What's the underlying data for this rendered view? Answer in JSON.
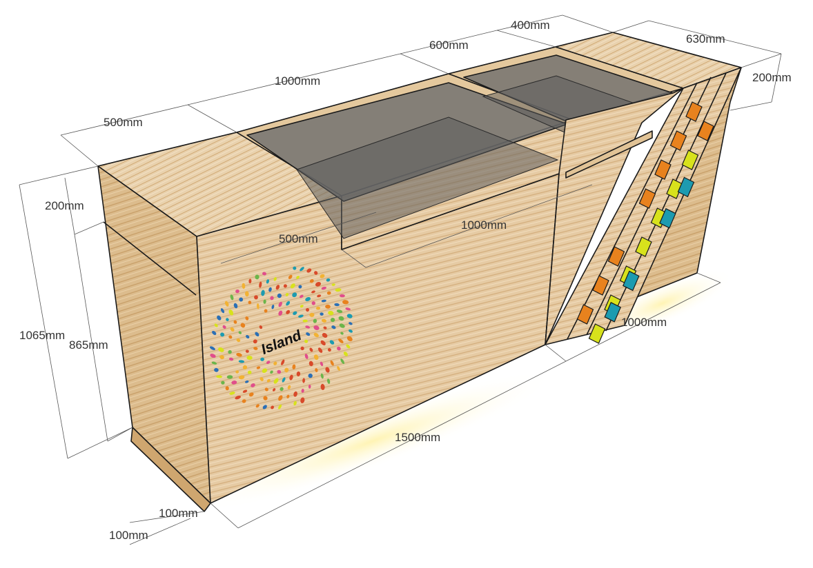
{
  "logo": {
    "text": "Island"
  },
  "dimensions": {
    "top_500_left": "500mm",
    "top_1000": "1000mm",
    "top_600": "600mm",
    "top_400": "400mm",
    "top_630": "630mm",
    "right_200": "200mm",
    "left_200": "200mm",
    "height_1065": "1065mm",
    "height_865": "865mm",
    "inner_500": "500mm",
    "inner_1000": "1000mm",
    "side_1000": "1000mm",
    "base_1500": "1500mm",
    "plinth_100_front": "100mm",
    "plinth_100_side": "100mm"
  },
  "colors": {
    "wood_light": "#ead3b0",
    "wood_mid": "#ddbd8f",
    "wood_dark": "#c9a06c",
    "glass": "#6f6f6f",
    "tile_orange": "#e8821e",
    "tile_yellow": "#d8e21c",
    "tile_teal": "#1d9bb0",
    "glow": "#fff6c8"
  }
}
